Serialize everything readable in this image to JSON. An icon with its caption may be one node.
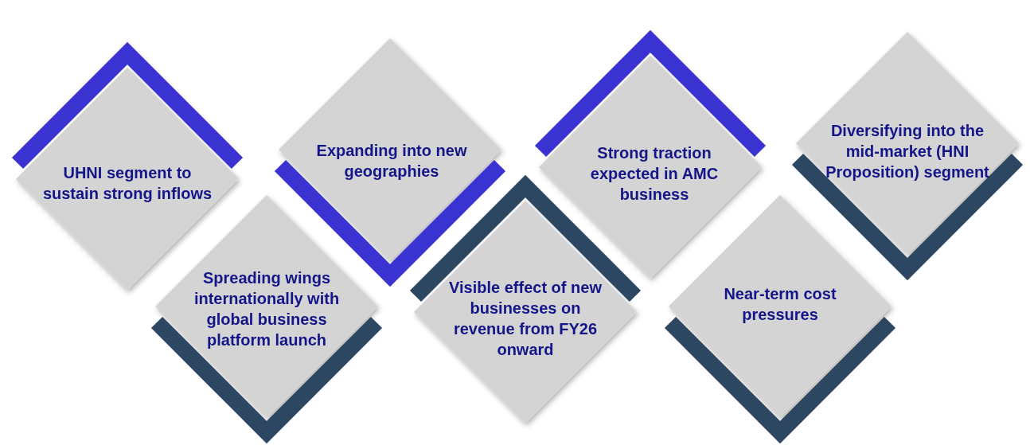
{
  "diagram": {
    "nodes": [
      {
        "text": [
          "UHNI segment to sustain strong inflows"
        ]
      },
      {
        "text": [
          "Expanding into new geographies"
        ]
      },
      {
        "text": [
          "Strong traction expected in AMC business"
        ]
      },
      {
        "text": [
          "Diversifying into the mid-market (HNI Proposition) segment"
        ]
      },
      {
        "text": [
          "Spreading wings internationally with global business platform launch"
        ]
      },
      {
        "text": [
          "Visible effect of new businesses on revenue from FY26 onward"
        ]
      },
      {
        "text": [
          "Near-term cost pressures"
        ]
      }
    ]
  }
}
